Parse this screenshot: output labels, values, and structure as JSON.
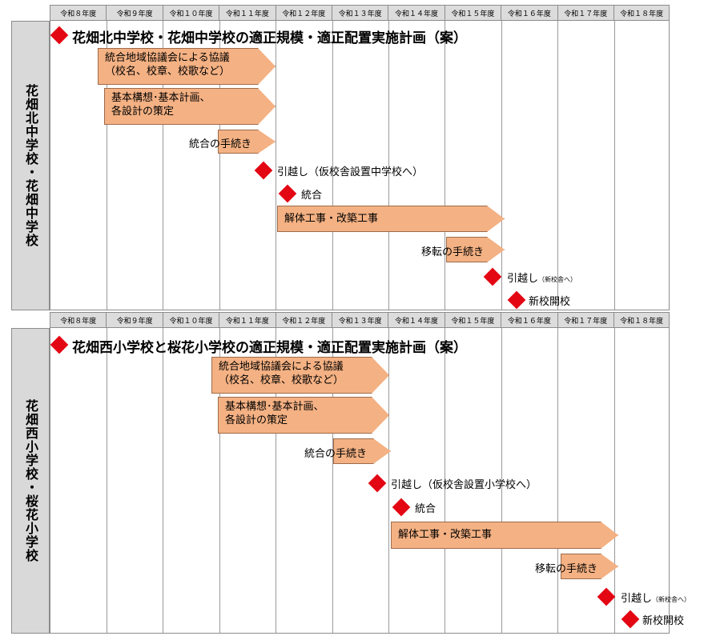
{
  "years": [
    "令和８年度",
    "令和９年度",
    "令和１０年度",
    "令和１１年度",
    "令和１２年度",
    "令和１３年度",
    "令和１４年度",
    "令和１５年度",
    "令和１６年度",
    "令和１７年度",
    "令和１８年度"
  ],
  "plans": [
    {
      "side_label": "花畑北中学校・花畑中学校",
      "title": "花畑北中学校・花畑中学校の適正規模・適正配置実施計画（案）",
      "council": [
        "統合地域協議会による協議",
        "（校名、校章、校歌など）"
      ],
      "design": [
        "基本構想･基本計画、",
        "各設計の策定"
      ],
      "procedure": "統合の手続き",
      "move1": "引越し（仮校舎設置中学校へ）",
      "merge": "統合",
      "construction": "解体工事・改築工事",
      "relocation": "移転の手続き",
      "move2_main": "引越し",
      "move2_note": "（新校舎へ）",
      "opening": "新校開校"
    },
    {
      "side_label": "花畑西小学校・桜花小学校",
      "title": "花畑西小学校と桜花小学校の適正規模・適正配置実施計画（案）",
      "council": [
        "統合地域協議会による協議",
        "（校名、校章、校歌など）"
      ],
      "design": [
        "基本構想･基本計画、",
        "各設計の策定"
      ],
      "procedure": "統合の手続き",
      "move1": "引越し（仮校舎設置小学校へ）",
      "merge": "統合",
      "construction": "解体工事・改築工事",
      "relocation": "移転の手続き",
      "move2_main": "引越し",
      "move2_note": "（新校舎へ）",
      "opening": "新校開校"
    }
  ]
}
